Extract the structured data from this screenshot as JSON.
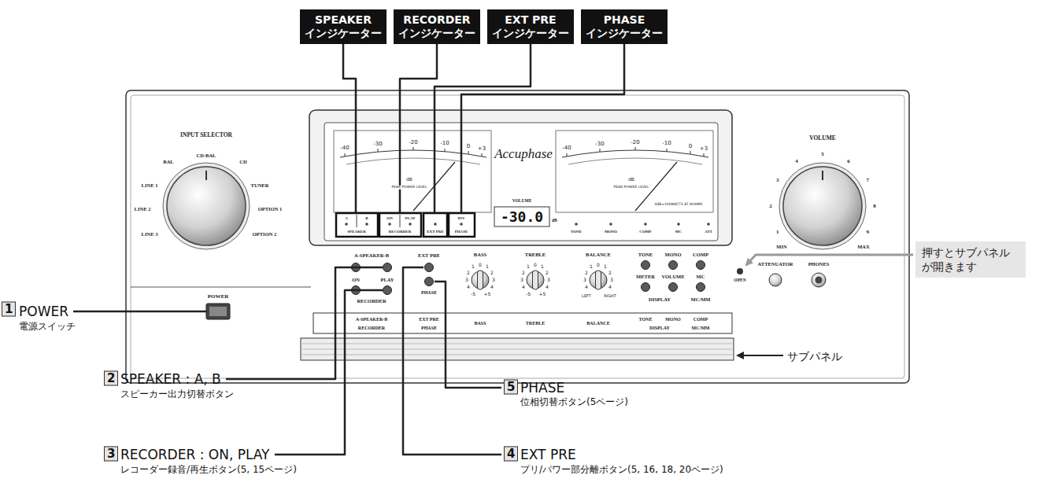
{
  "diagram": {
    "nodes": [
      {
        "text": [
          "SPEAKER インジケーター"
        ]
      },
      {
        "text": [
          "RECORDER インジケーター"
        ]
      },
      {
        "text": [
          "EXT PRE インジケーター"
        ]
      },
      {
        "text": [
          "PHASE インジケーター"
        ]
      },
      {
        "text": [
          "押すとサブパネルが開きます"
        ]
      }
    ],
    "labels": [
      "1",
      "POWER",
      "電源スイッチ",
      "2",
      "SPEAKER : A, B",
      "スピーカー出力切替ボタン",
      "3",
      "RECORDER : ON, PLAY",
      "レコーダー録音/再生ボタン(5, 15ページ)",
      "4",
      "EXT PRE",
      "プリ/パワー部分離ボタン(5, 16, 18, 20ページ)",
      "5",
      "PHASE",
      "位相切替ボタン(5ページ)",
      "サブパネル",
      "INPUT SELECTOR",
      "CD-BAL",
      "CD",
      "TUNER",
      "OPTION 1",
      "OPTION 2",
      "LINE 3",
      "LINE 2",
      "LINE 1",
      "BAL",
      "VOLUME",
      "1",
      "2",
      "3",
      "4",
      "5",
      "6",
      "7",
      "8",
      "9",
      "MIN",
      "MAX",
      "-40",
      "-30",
      "-20",
      "-10",
      "0",
      "+3",
      "dB",
      "PEAK POWER LEVEL",
      "-40",
      "-30",
      "-20",
      "-10",
      "0",
      "+3",
      "dB",
      "PEAK POWER LEVEL",
      "0dB=100WATTS AT 8OHMS",
      "Accuphase",
      "VOLUME",
      "-30.0",
      "dB",
      "A",
      "B",
      "SPEAKER",
      "ON",
      "PLAY",
      "RECORDER",
      "EXT PRE",
      "INV",
      "PHASE",
      "TONE",
      "MONO",
      "COMP",
      "MC",
      "ATT",
      "POWER",
      "A-SPEAKER-B",
      "ON",
      "PLAY",
      "RECORDER",
      "EXT PRE",
      "PHASE",
      "BASS",
      "TREBLE",
      "BALANCE",
      "1",
      "0",
      "1",
      "2",
      "2",
      "3",
      "3",
      "4",
      "4",
      "-5",
      "+5",
      "1",
      "0",
      "1",
      "2",
      "2",
      "3",
      "3",
      "4",
      "4",
      "-5",
      "+5",
      "1",
      "0",
      "1",
      "2",
      "2",
      "3",
      "3",
      "4",
      "4",
      "LEFT",
      "RIGHT",
      "TONE",
      "MONO",
      "COMP",
      "METER",
      "VOLUME",
      "MC",
      "DISPLAY",
      "MC/MM",
      "OPEN",
      "ATTENUATOR",
      "PHONES",
      "A-SPEAKER-B",
      "RECORDER",
      "EXT PRE",
      "PHASE",
      "BASS",
      "TREBLE",
      "BALANCE",
      "TONE",
      "MONO",
      "COMP",
      "DISPLAY",
      "MC/MM"
    ]
  }
}
